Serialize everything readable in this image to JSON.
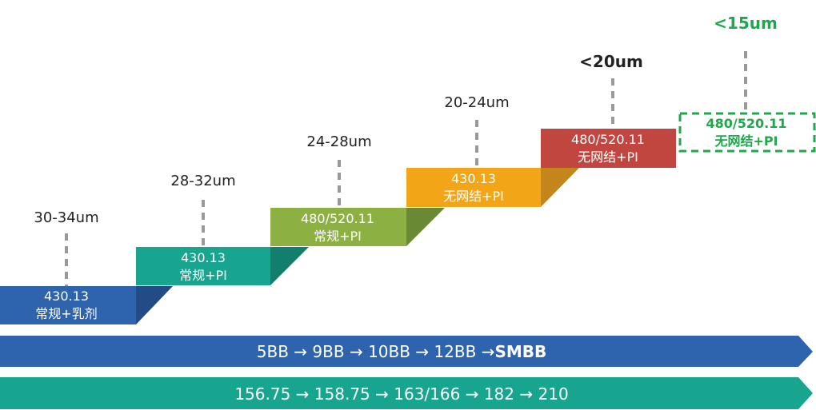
{
  "colors": {
    "blue": "#2E63AE",
    "blue_dark": "#234B85",
    "teal": "#17A58F",
    "teal_dark": "#127E6D",
    "olive": "#8DB043",
    "olive_dark": "#6A8934",
    "orange": "#F2A516",
    "orange_dark": "#C4851A",
    "red": "#C0463F",
    "green": "#1DA84A",
    "connector": "#999999",
    "text": "#222222"
  },
  "steps": [
    {
      "thickness": "30-34um",
      "line1": "430.13",
      "line2": "常规+乳剂"
    },
    {
      "thickness": "28-32um",
      "line1": "430.13",
      "line2": "常规+PI"
    },
    {
      "thickness": "24-28um",
      "line1": "480/520.11",
      "line2": "常规+PI"
    },
    {
      "thickness": "20-24um",
      "line1": "430.13",
      "line2": "无网结+PI"
    },
    {
      "thickness": "<20um",
      "line1": "480/520.11",
      "line2": "无网结+PI"
    },
    {
      "thickness": "<15um",
      "line1": "480/520.11",
      "line2": "无网结+PI"
    }
  ],
  "arrows": {
    "bar1": {
      "items": [
        "5BB",
        "9BB",
        "10BB",
        "12BB"
      ],
      "last": "SMBB",
      "sep": "→"
    },
    "bar2": {
      "items": [
        "156.75",
        "158.75",
        "163/166",
        "182",
        "210"
      ],
      "sep": "→"
    }
  }
}
